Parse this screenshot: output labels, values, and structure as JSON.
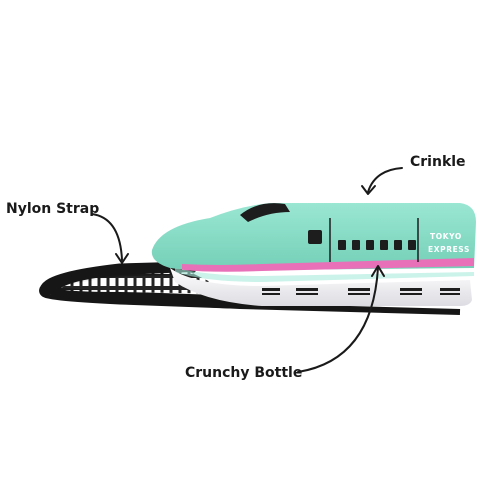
{
  "labels": {
    "crinkle": "Crinkle",
    "nylon_strap": "Nylon Strap",
    "crunchy_bottle": "Crunchy Bottle"
  },
  "train": {
    "line1": "TOKYO",
    "line2": "EXPRESS"
  },
  "colors": {
    "mint": "#8ddfca",
    "mint_shadow": "#6cc7b0",
    "pink_stripe": "#e870b8",
    "white_body": "#f4f4f6",
    "dark": "#1d1d1d",
    "strap": "#161616"
  }
}
